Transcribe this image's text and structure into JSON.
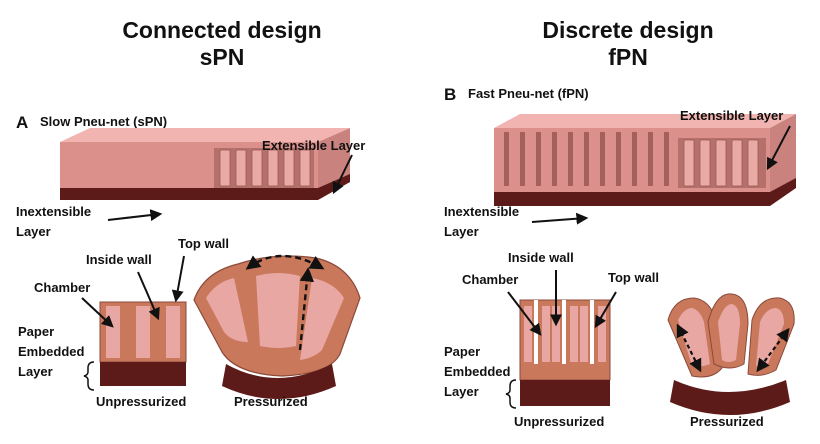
{
  "left": {
    "heading_line1": "Connected design",
    "heading_line2": "sPN",
    "panel_letter": "A",
    "panel_title": "Slow Pneu-net (sPN)",
    "labels": {
      "extensible_layer": "Extensible Layer",
      "inextensible_line1": "Inextensible",
      "inextensible_line2": "Layer",
      "inside_wall": "Inside wall",
      "top_wall": "Top wall",
      "chamber": "Chamber",
      "paper_line1": "Paper",
      "paper_line2": "Embedded",
      "paper_line3": "Layer",
      "unpressurized": "Unpressurized",
      "pressurized": "Pressurized"
    }
  },
  "right": {
    "heading_line1": "Discrete design",
    "heading_line2": "fPN",
    "panel_letter": "B",
    "panel_title": "Fast Pneu-net (fPN)",
    "labels": {
      "extensible_layer": "Extensible Layer",
      "inextensible_line1": "Inextensible",
      "inextensible_line2": "Layer",
      "inside_wall": "Inside wall",
      "top_wall": "Top wall",
      "chamber": "Chamber",
      "paper_line1": "Paper",
      "paper_line2": "Embedded",
      "paper_line3": "Layer",
      "unpressurized": "Unpressurized",
      "pressurized": "Pressurized"
    }
  },
  "colors": {
    "elastomer_top": "#f2b4b0",
    "elastomer_front": "#dc908c",
    "elastomer_side": "#c9827e",
    "base_layer": "#5c1a18",
    "cross_section": "#c9785c",
    "chamber": "#e8a7a2",
    "arrow": "#111111"
  }
}
